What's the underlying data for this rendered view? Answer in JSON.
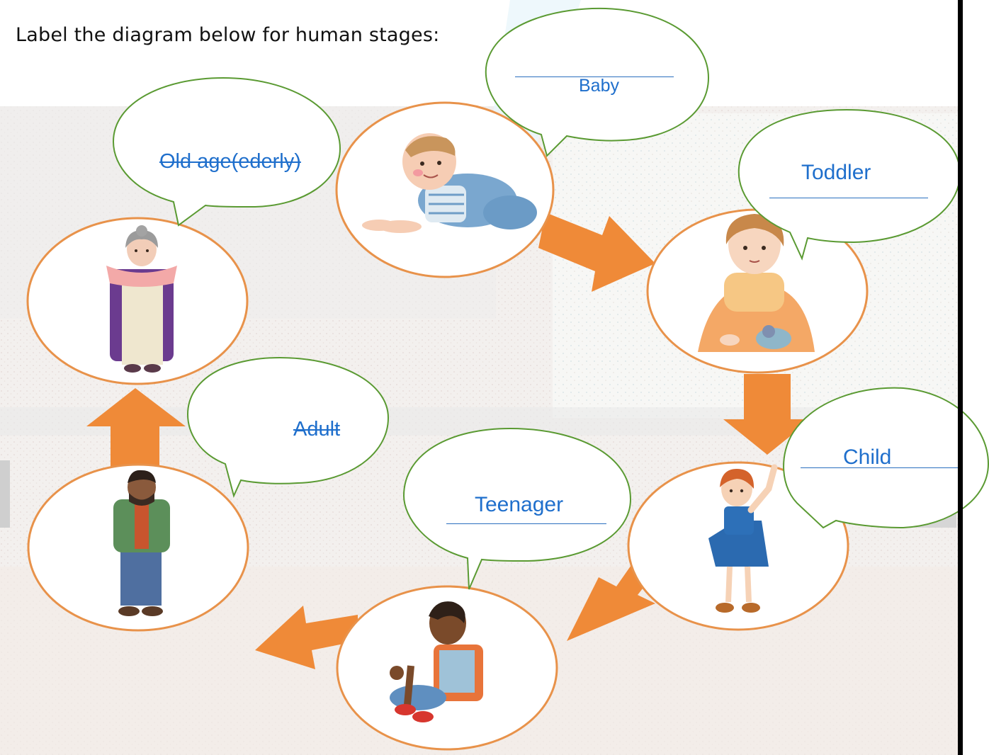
{
  "instruction": "Label the diagram below for human stages:",
  "colors": {
    "circle_border": "#e8924a",
    "arrow": "#ef8a38",
    "bubble_border": "#5a9a32",
    "answer_text": "#1f6fcc"
  },
  "stages": [
    {
      "id": "baby",
      "answer": "Baby"
    },
    {
      "id": "toddler",
      "answer": "Toddler"
    },
    {
      "id": "child",
      "answer": "Child"
    },
    {
      "id": "teenager",
      "answer": "Teenager"
    },
    {
      "id": "adult",
      "answer": "Adult"
    },
    {
      "id": "old-age",
      "answer": "Old age(ederly)"
    }
  ],
  "figures": [
    {
      "id": "baby",
      "icon": "crawling-baby-icon"
    },
    {
      "id": "toddler",
      "icon": "sitting-toddler-icon"
    },
    {
      "id": "child",
      "icon": "waving-girl-icon"
    },
    {
      "id": "teenager",
      "icon": "sitting-teen-icon"
    },
    {
      "id": "adult",
      "icon": "standing-man-icon"
    },
    {
      "id": "old-age",
      "icon": "old-woman-icon"
    }
  ]
}
